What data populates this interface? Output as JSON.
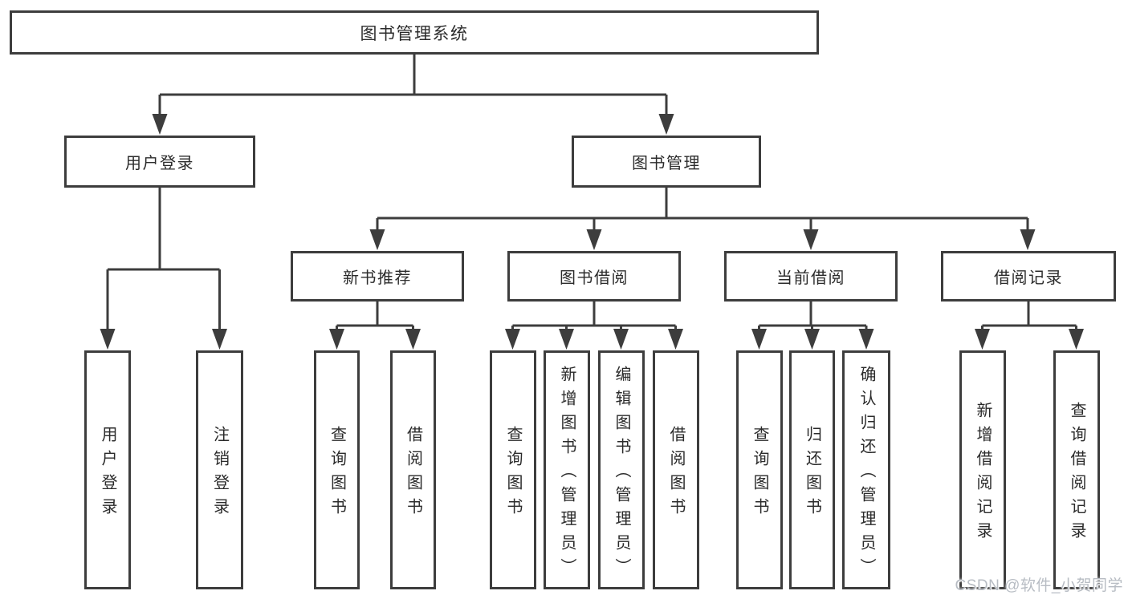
{
  "diagram": {
    "root": {
      "label": "图书管理系统"
    },
    "branches": [
      {
        "label": "用户登录",
        "children": [
          {
            "label": "用户登录"
          },
          {
            "label": "注销登录"
          }
        ]
      },
      {
        "label": "图书管理",
        "children": [
          {
            "label": "新书推荐",
            "children": [
              {
                "label": "查询图书"
              },
              {
                "label": "借阅图书"
              }
            ]
          },
          {
            "label": "图书借阅",
            "children": [
              {
                "label": "查询图书"
              },
              {
                "label": "新增图书（管理员）"
              },
              {
                "label": "编辑图书（管理员）"
              },
              {
                "label": "借阅图书"
              }
            ]
          },
          {
            "label": "当前借阅",
            "children": [
              {
                "label": "查询图书"
              },
              {
                "label": "归还图书"
              },
              {
                "label": "确认归还（管理员）"
              }
            ]
          },
          {
            "label": "借阅记录",
            "children": [
              {
                "label": "新增借阅记录"
              },
              {
                "label": "查询借阅记录"
              }
            ]
          }
        ]
      }
    ]
  },
  "watermark": {
    "text": "CSDN @软件_小贺同学"
  },
  "colors": {
    "line": "#3d3d3d",
    "text": "#2b2b2b",
    "box_background": "#ffffff",
    "watermark": "#b7bcc3"
  }
}
